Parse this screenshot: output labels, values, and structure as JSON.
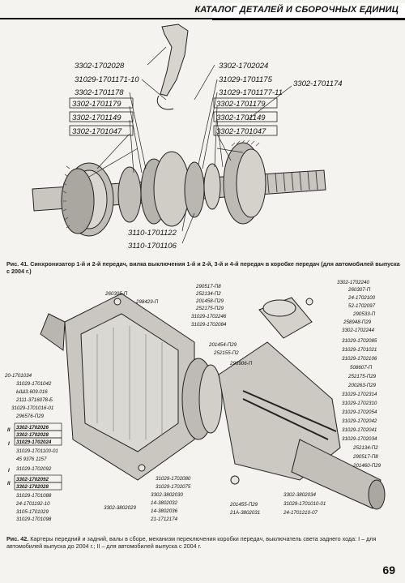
{
  "header": {
    "title": "КАТАЛОГ ДЕТАЛЕЙ И СБОРОЧНЫХ ЕДИНИЦ"
  },
  "figure1": {
    "caption": "Рис. 41. Синхронизатор 1-й и 2-й передач, вилка выключения 1-й и 2-й, 3-й и 4-й передач в коробке передач (для автомобилей выпуска с 2004 г.)",
    "labels_left": [
      "3302-1702028",
      "31029-1701171-10",
      "3302-1701178",
      "3302-1701179",
      "3302-1701149",
      "3302-1701047"
    ],
    "labels_right": [
      "3302-1702024",
      "31029-1701175",
      "31029-1701177-11",
      "3302-1701179",
      "3302-1701149",
      "3302-1701047"
    ],
    "label_far_right": "3302-1701174",
    "labels_bottom": [
      "3110-1701122",
      "3110-1701106"
    ]
  },
  "figure2": {
    "caption_prefix": "Рис. 42.",
    "caption_text": "Картеры передний и задний, валы в сборе, механизм переключения коробки передач, выключатель света заднего хода: I – для автомобилей выпуска до 2004 г.; II – для автомобилей выпуска с 2004 г.",
    "labels_left": [
      "20-1701034",
      "31029-1701042",
      "ЫШ3.609.016",
      "2111-3716078-Б",
      "31029-1701016-01",
      "296576-П29",
      "3302-1702026",
      "3302-1702028",
      "31029-1702024",
      "31029-1701100-01",
      "45 9376 1157",
      "31029-1702092",
      "3302-1702092",
      "3302-1702028",
      "31029-1701088",
      "24-1701192-10",
      "3105-1701029",
      "31029-1701098"
    ],
    "roman_labels": [
      "II",
      "I",
      "I",
      "II"
    ],
    "labels_top_left": [
      "260305-П",
      "298429-П"
    ],
    "labels_top_center": [
      "290517-П8",
      "252134-П2",
      "201458-П29",
      "252175-П29",
      "31029-1702246",
      "31029-1702084",
      "201454-П29",
      "252155-П2",
      "296906-П"
    ],
    "labels_right": [
      "3302-1702240",
      "260307-П",
      "24-1702100",
      "52-1702097",
      "290533-П",
      "258948-П29",
      "3302-1702244",
      "31029-1702085",
      "31029-1701021",
      "31029-1702106",
      "508607-П",
      "252175-П29",
      "200263-П29",
      "31029-1702314",
      "31029-1702310",
      "31029-1702054",
      "31029-1702042",
      "31029-1702041",
      "31029-1702034",
      "252134-П2",
      "290517-П8",
      "201460-П29"
    ],
    "labels_bottom": [
      "3302-3802029",
      "31029-1702080",
      "31029-1702075",
      "3302-3802030",
      "14-3802032",
      "14-3802036",
      "21-1712174",
      "201455-П29",
      "21А-3802031",
      "3302-3802034",
      "31029-1701010-01",
      "24-1701210-07"
    ]
  },
  "page_number": "69"
}
